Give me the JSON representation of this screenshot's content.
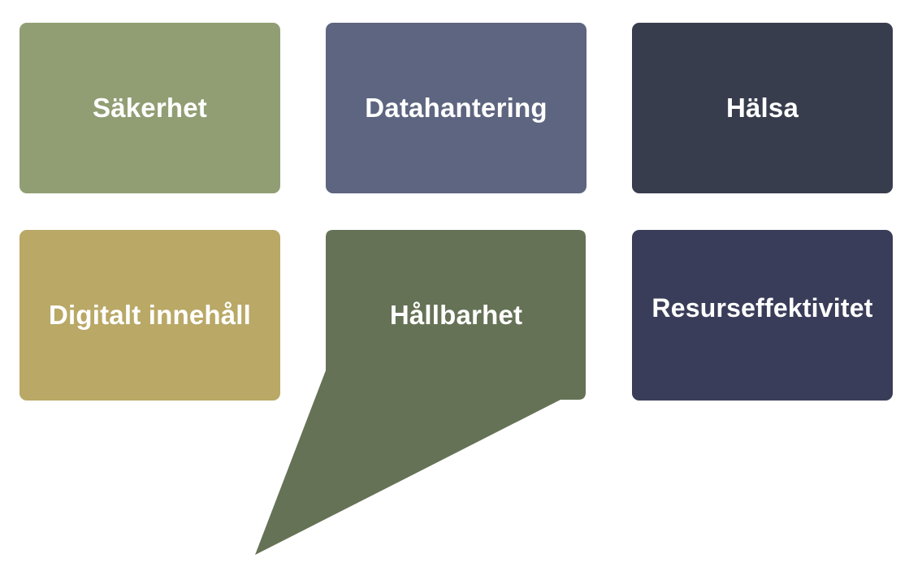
{
  "tiles": [
    {
      "label": "Säkerhet",
      "color": "#919e74"
    },
    {
      "label": "Datahantering",
      "color": "#5e6580"
    },
    {
      "label": "Hälsa",
      "color": "#383d4e"
    },
    {
      "label": "Digitalt innehåll",
      "color": "#b9a866"
    },
    {
      "label": "Hållbarhet",
      "color": "#657256",
      "highlighted": true
    },
    {
      "label": "Resurseffektivitet",
      "color": "#3a3d59"
    }
  ]
}
